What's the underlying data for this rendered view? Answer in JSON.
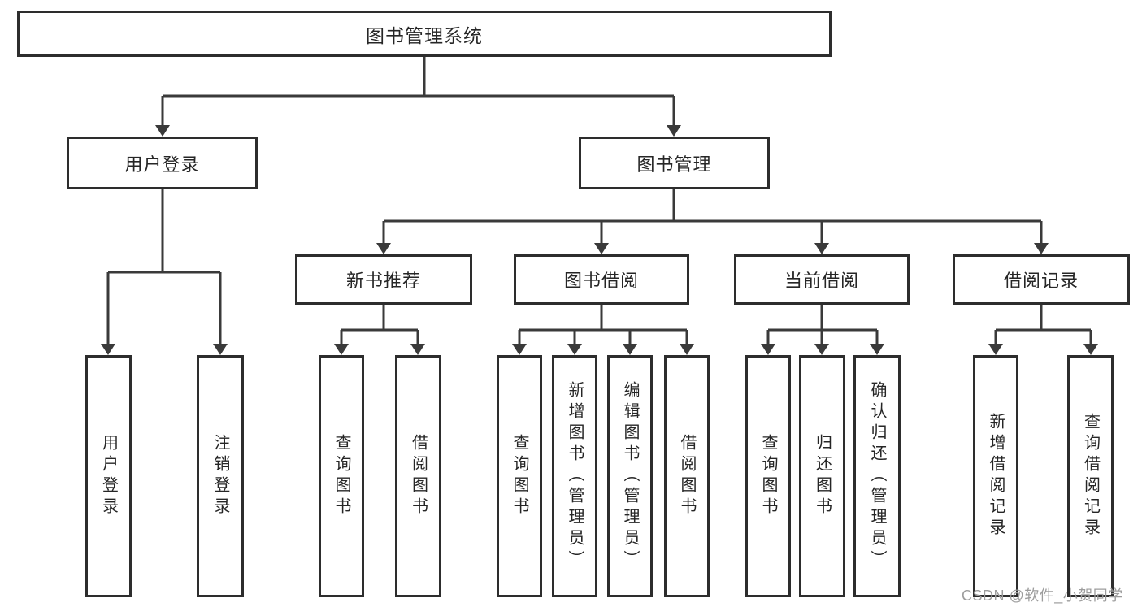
{
  "tree": {
    "label": "图书管理系统",
    "children": [
      {
        "label": "用户登录",
        "children": [
          {
            "label": "用户登录"
          },
          {
            "label": "注销登录"
          }
        ]
      },
      {
        "label": "图书管理",
        "children": [
          {
            "label": "新书推荐",
            "children": [
              {
                "label": "查询图书"
              },
              {
                "label": "借阅图书"
              }
            ]
          },
          {
            "label": "图书借阅",
            "children": [
              {
                "label": "查询图书"
              },
              {
                "label": "新增图书（管理员）"
              },
              {
                "label": "编辑图书（管理员）"
              },
              {
                "label": "借阅图书"
              }
            ]
          },
          {
            "label": "当前借阅",
            "children": [
              {
                "label": "查询图书"
              },
              {
                "label": "归还图书"
              },
              {
                "label": "确认归还（管理员）"
              }
            ]
          },
          {
            "label": "借阅记录",
            "children": [
              {
                "label": "新增借阅记录"
              },
              {
                "label": "查询借阅记录"
              }
            ]
          }
        ]
      }
    ]
  },
  "watermark": {
    "text": "CSDN @软件_小贺同学"
  },
  "colors": {
    "line": "#3a3a3a",
    "box_border": "#2d2d2d",
    "text": "#262626",
    "watermark": "#9c9c9c",
    "background": "#ffffff"
  }
}
